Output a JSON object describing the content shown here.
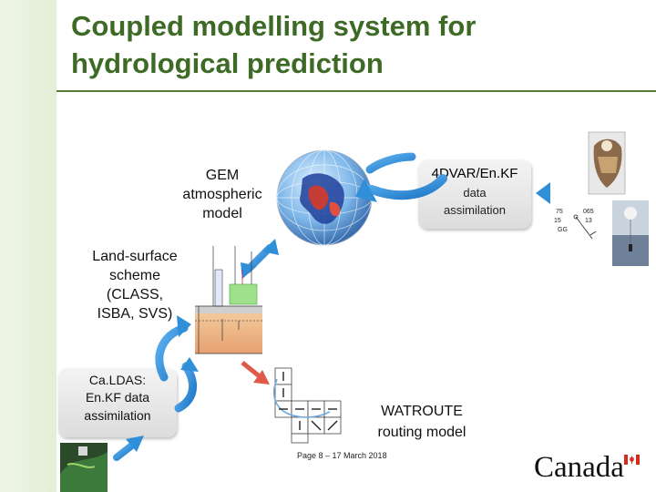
{
  "slide": {
    "title_line1": "Coupled modelling system for",
    "title_line2": "hydrological prediction"
  },
  "gem": {
    "l1": "GEM",
    "l2": "atmospheric",
    "l3": "model"
  },
  "assimilation": {
    "l1": "4DVAR/En.KF",
    "l2": "data",
    "l3": "assimilation"
  },
  "land_surface": {
    "l1": "Land-surface",
    "l2": "scheme",
    "l3": "(CLASS,",
    "l4": "ISBA, SVS)"
  },
  "caldas": {
    "l1": "Ca.LDAS:",
    "l2": "En.KF data",
    "l3": "assimilation"
  },
  "watroute": {
    "l1": "WATROUTE",
    "l2": "routing model"
  },
  "footer": "Page 8 – 17 March 2018",
  "logo": "Canada",
  "obs_chart": {
    "c1": "75",
    "c2": "065",
    "c3": "15",
    "c4": "13",
    "c5": "GG"
  },
  "colors": {
    "title": "#3d6b25",
    "arrow_blue": "#2f8fd8",
    "arrow_red": "#e05a4a",
    "sidebar": "#e8f1de",
    "rule": "#5a7a3a"
  },
  "icons": [
    "globe-icon",
    "satellite-icon",
    "weather-balloon-icon",
    "radar-image-icon",
    "routing-grid-icon",
    "canada-flag-icon"
  ]
}
